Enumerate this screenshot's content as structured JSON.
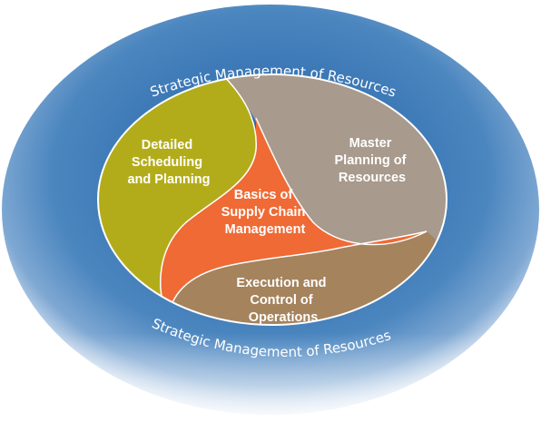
{
  "ring": {
    "top_label": "Strategic Management of Resources",
    "bottom_label": "Strategic Management of Resources"
  },
  "segments": {
    "detailed": {
      "lines": [
        "Detailed",
        "Scheduling",
        "and Planning"
      ],
      "color": "#b3ac1a"
    },
    "master": {
      "lines": [
        "Master",
        "Planning of",
        "Resources"
      ],
      "color": "#a89a8c"
    },
    "execution": {
      "lines": [
        "Execution and",
        "Control of",
        "Operations"
      ],
      "color": "#a5835d"
    },
    "basics": {
      "lines": [
        "Basics of",
        "Supply Chain",
        "Management"
      ],
      "color": "#ef6a35"
    }
  },
  "colors": {
    "ring_outer": "#4b86bf",
    "ring_glow": "#c8d9ea",
    "label_white": "#ffffff",
    "label_core": "#ffffff"
  }
}
